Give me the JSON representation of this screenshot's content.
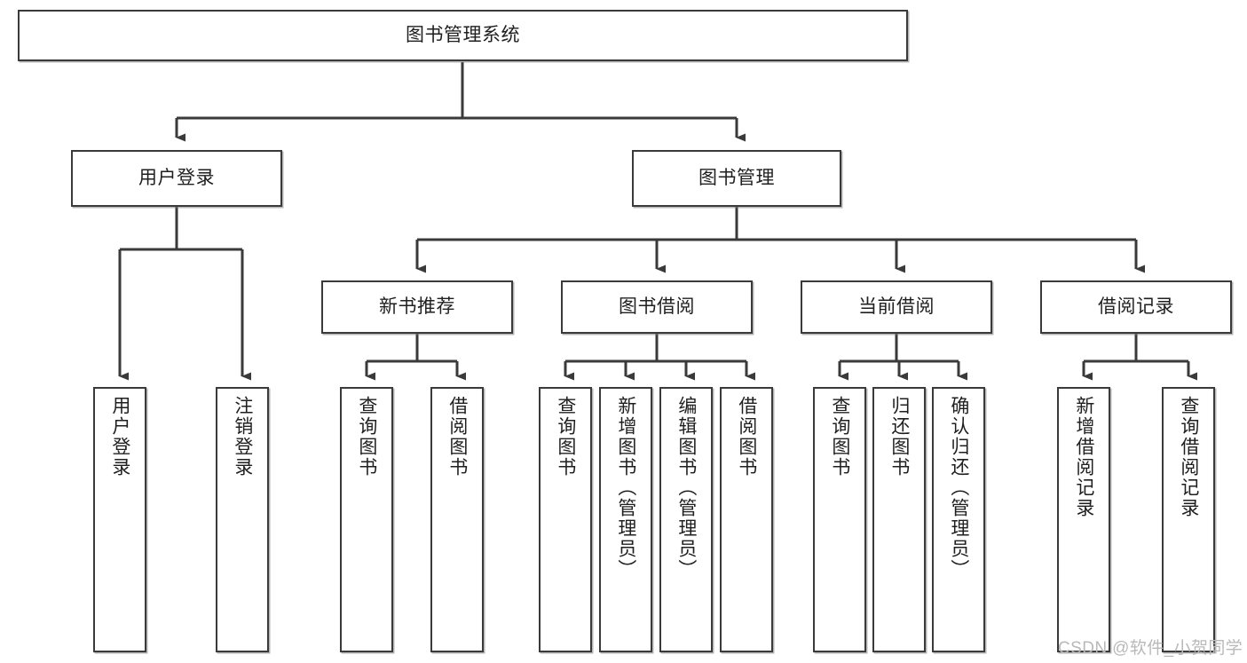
{
  "diagram": {
    "title": "图书管理系统",
    "type": "tree-hierarchy-diagram",
    "colors": {
      "box_border": "#3a3a3a",
      "box_fill": "#ffffff",
      "edge": "#3a3a3a",
      "text": "#1f1f1f",
      "watermark": "#b9b9b9",
      "background": "#ffffff"
    },
    "nodes": {
      "root": {
        "label": "图书管理系统"
      },
      "level2": [
        {
          "id": "user-login",
          "label": "用户登录"
        },
        {
          "id": "book-management",
          "label": "图书管理"
        }
      ],
      "level3": [
        {
          "id": "new-book-recommend",
          "label": "新书推荐"
        },
        {
          "id": "book-borrow",
          "label": "图书借阅"
        },
        {
          "id": "current-borrow",
          "label": "当前借阅"
        },
        {
          "id": "borrow-record",
          "label": "借阅记录"
        }
      ],
      "leaves": {
        "user-login": [
          {
            "id": "leaf-user-login",
            "label": "用户登录"
          },
          {
            "id": "leaf-logout-login",
            "label": "注销登录"
          }
        ],
        "new-book-recommend": [
          {
            "id": "leaf-query-book-1",
            "label": "查询图书"
          },
          {
            "id": "leaf-borrow-book-1",
            "label": "借阅图书"
          }
        ],
        "book-borrow": [
          {
            "id": "leaf-query-book-2",
            "label": "查询图书"
          },
          {
            "id": "leaf-add-book",
            "label": "新增图书（管理员）"
          },
          {
            "id": "leaf-edit-book",
            "label": "编辑图书（管理员）"
          },
          {
            "id": "leaf-borrow-book-2",
            "label": "借阅图书"
          }
        ],
        "current-borrow": [
          {
            "id": "leaf-query-book-3",
            "label": "查询图书"
          },
          {
            "id": "leaf-return-book",
            "label": "归还图书"
          },
          {
            "id": "leaf-confirm-return",
            "label": "确认归还（管理员）"
          }
        ],
        "borrow-record": [
          {
            "id": "leaf-add-record",
            "label": "新增借阅记录"
          },
          {
            "id": "leaf-query-record",
            "label": "查询借阅记录"
          }
        ]
      }
    },
    "watermark": "CSDN @软件_小贺同学"
  }
}
